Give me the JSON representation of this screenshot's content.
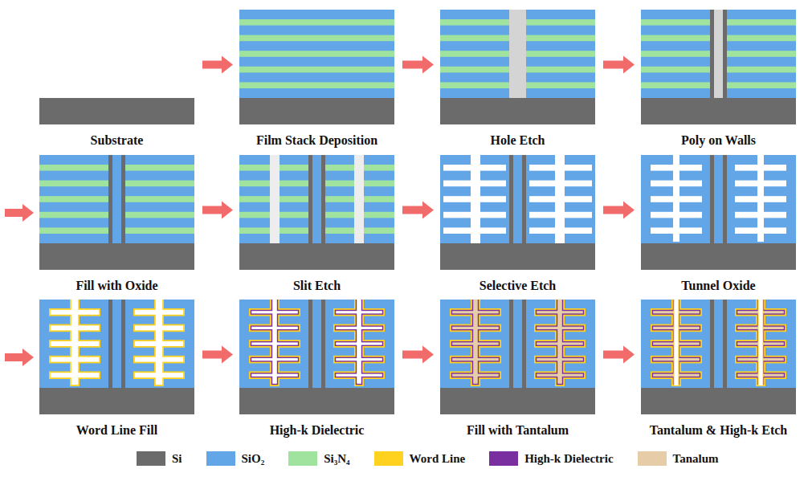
{
  "diagram": {
    "nodes": [
      {
        "text": [
          "Substrate"
        ]
      },
      {
        "text": [
          "Film Stack Deposition"
        ]
      },
      {
        "text": [
          "Hole Etch"
        ]
      },
      {
        "text": [
          "Poly on Walls"
        ]
      },
      {
        "text": [
          "Fill with Oxide"
        ]
      },
      {
        "text": [
          "Slit Etch"
        ]
      },
      {
        "text": [
          "Selective Etch"
        ]
      },
      {
        "text": [
          "Tunnel Oxide"
        ]
      },
      {
        "text": [
          "Word Line Fill"
        ]
      },
      {
        "text": [
          "High-k Dielectric"
        ]
      },
      {
        "text": [
          "Fill with Tantalum"
        ]
      },
      {
        "text": [
          "Tantalum & High-k Etch"
        ]
      }
    ],
    "edges": [
      {
        "from": 0,
        "to": 1,
        "arrow": "to"
      },
      {
        "from": 1,
        "to": 2,
        "arrow": "to"
      },
      {
        "from": 2,
        "to": 3,
        "arrow": "to"
      },
      {
        "from": 4,
        "to": 5,
        "arrow": "to"
      },
      {
        "from": 5,
        "to": 6,
        "arrow": "to"
      },
      {
        "from": 6,
        "to": 7,
        "arrow": "to"
      },
      {
        "from": 8,
        "to": 9,
        "arrow": "to"
      },
      {
        "from": 9,
        "to": 10,
        "arrow": "to"
      },
      {
        "from": 10,
        "to": 11,
        "arrow": "to"
      }
    ],
    "legend": [
      {
        "text": "Si",
        "color": "#6b6b6b"
      },
      {
        "text": "SiO₂",
        "color": "#62a6e8"
      },
      {
        "text": "Si₃N₄",
        "color": "#9fe39f"
      },
      {
        "text": "Word Line",
        "color": "#ffd21f"
      },
      {
        "text": "High-k Dielectric",
        "color": "#7a2fa0"
      },
      {
        "text": "Tanalum",
        "color": "#e6cda8"
      }
    ]
  }
}
